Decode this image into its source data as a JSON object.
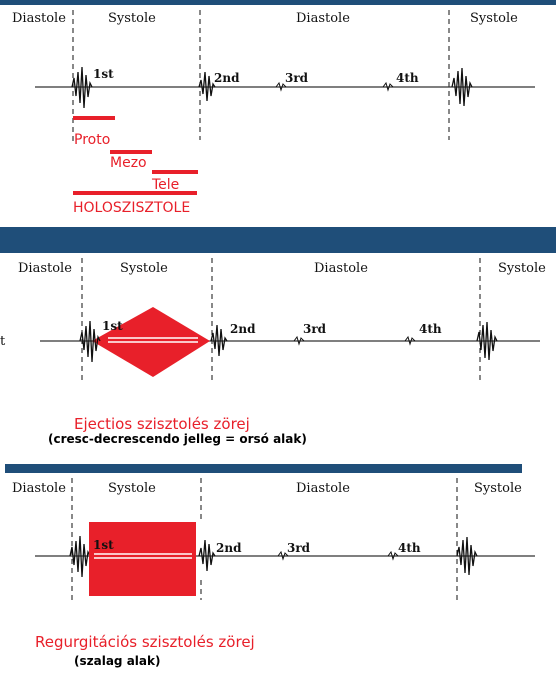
{
  "colors": {
    "bar": "#1f4e79",
    "murmur": "#e8202a",
    "ink": "#111111"
  },
  "panel1": {
    "phases": [
      "Diastole",
      "Systole",
      "Diastole",
      "Systole"
    ],
    "sounds": [
      "1st",
      "2nd",
      "3rd",
      "4th"
    ],
    "murmur_labels": {
      "proto": "Proto",
      "mezo": "Mezo",
      "tele": "Tele",
      "holo": "HOLOSZISZTOLE"
    }
  },
  "panel2": {
    "phases": [
      "Diastole",
      "Systole",
      "Diastole",
      "Systole"
    ],
    "sounds": [
      "1st",
      "2nd",
      "3rd",
      "4th"
    ],
    "left_fragment": "t",
    "caption": "Ejectios szisztolés zörej",
    "subcaption": "(cresc-decrescendo jelleg = orsó alak)"
  },
  "panel3": {
    "phases": [
      "Diastole",
      "Systole",
      "Diastole",
      "Systole"
    ],
    "sounds": [
      "1st",
      "2nd",
      "3rd",
      "4th"
    ],
    "caption": "Regurgitációs szisztolés zörej",
    "subcaption": "(szalag alak)"
  }
}
